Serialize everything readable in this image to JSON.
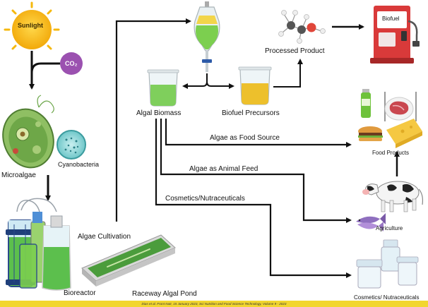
{
  "sun": {
    "label": "Sunlight",
    "color": "#f5b80e"
  },
  "co2": {
    "label": "CO₂",
    "color": "#9b51b0"
  },
  "nodes": {
    "microalgae": "Microalgae",
    "cyanobacteria": "Cyanobacteria",
    "bioreactor": "Bioreactor",
    "algae_cultivation": "Algae Cultivation",
    "raceway_pond": "Raceway Algal Pond",
    "algal_biomass": "Algal Biomass",
    "biofuel_precursors": "Biofuel Precursors",
    "processed_product": "Processed Product",
    "biofuel_pump_label": "Biofuel",
    "food_products": "Food Products",
    "agriculture": "Agriculture",
    "cosmetics_nutraceuticals": "Cosmetics/ Nutraceuticals"
  },
  "edges": {
    "food_source": "Algae as Food Source",
    "animal_feed": "Algae as Animal Feed",
    "cosmetics": "Cosmetics/Nutraceuticals"
  },
  "citation": "Dias et al. Front Nutr, 15 January 2023, Sci Nutrition and Food Science Technology, Volume 9 - 2023",
  "colors": {
    "algae_green": "#5cb85c",
    "culture_green": "#7ccf4f",
    "biofuel_yellow": "#e8c020",
    "pump_red": "#d93a3a",
    "pond_green": "#4b9c3c",
    "bioreactor_blue": "#2f6db5",
    "citation_bar": "#f2d62e"
  }
}
